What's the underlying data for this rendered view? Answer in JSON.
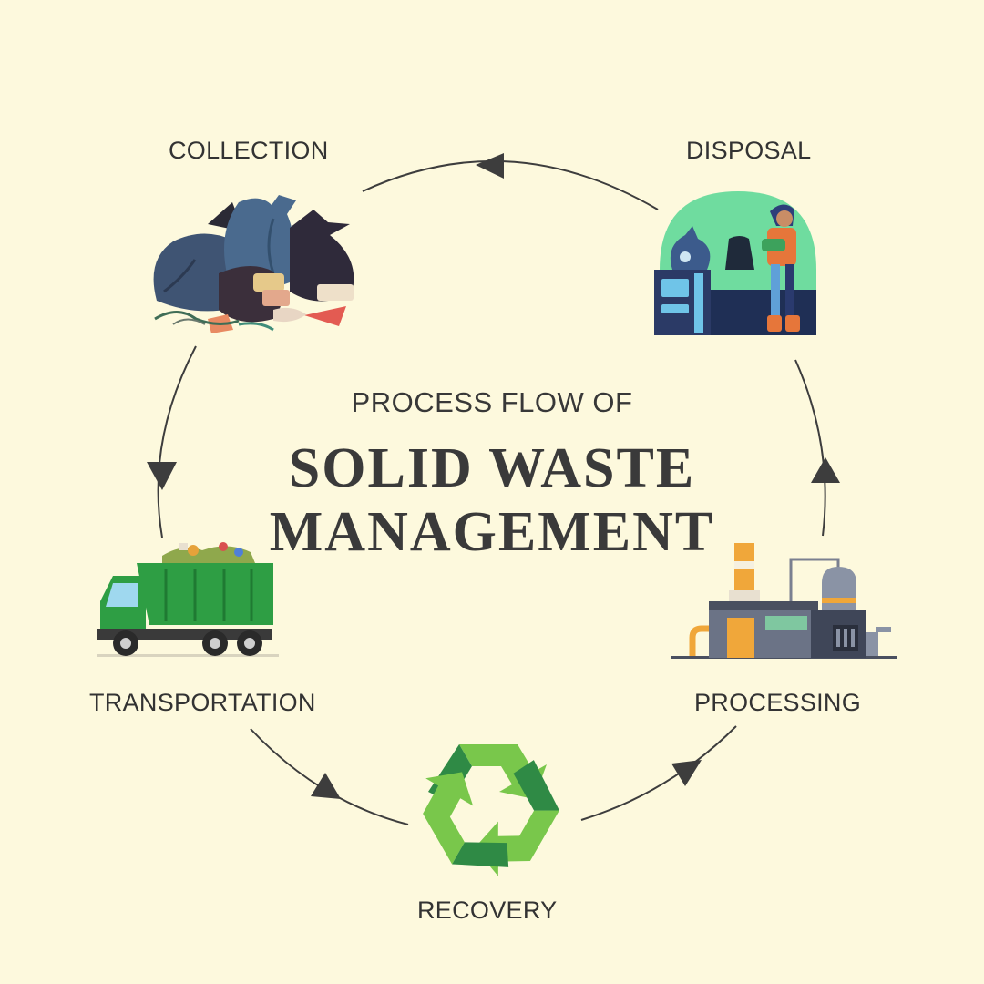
{
  "title": {
    "kicker": "PROCESS FLOW OF",
    "line1": "SOLID WASTE",
    "line2": "MANAGEMENT"
  },
  "stages": {
    "collection": "COLLECTION",
    "disposal": "DISPOSAL",
    "processing": "PROCESSING",
    "recovery": "RECOVERY",
    "transportation": "TRANSPORTATION"
  },
  "colors": {
    "background": "#fdf9dd",
    "text": "#333333",
    "arrow": "#3d3d3d",
    "recycle_light": "#7bc94e",
    "recycle_dark": "#2f8a45",
    "truck_green": "#2e9e44"
  },
  "icons": [
    "garbage-bags-icon",
    "disposal-worker-icon",
    "factory-icon",
    "recycle-icon",
    "dump-truck-icon"
  ]
}
